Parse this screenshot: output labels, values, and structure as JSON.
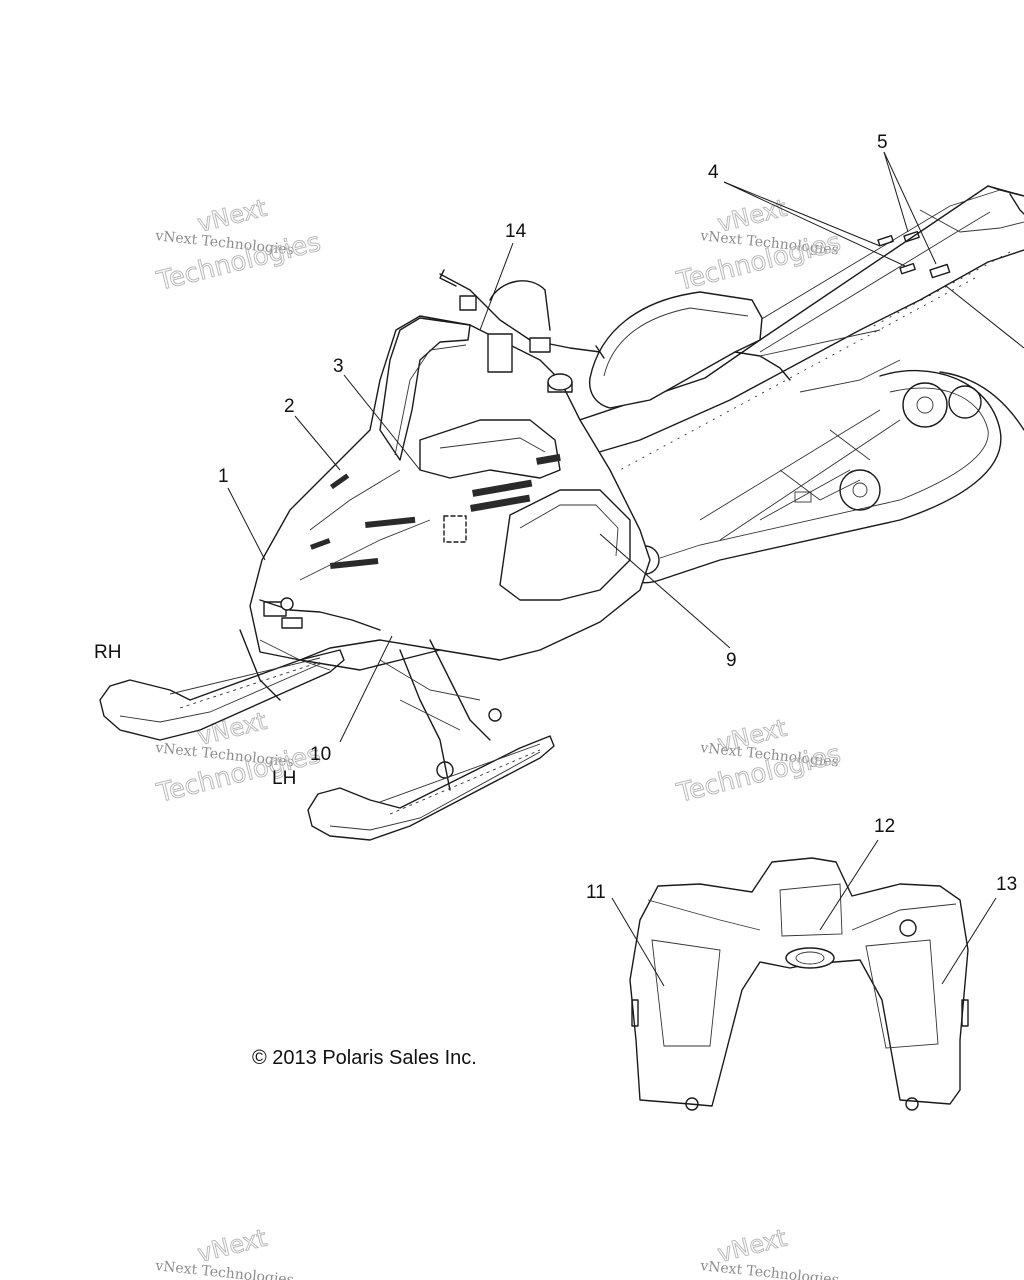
{
  "callouts": {
    "c1": "1",
    "c2": "2",
    "c3": "3",
    "c4": "4",
    "c5": "5",
    "c9": "9",
    "c10": "10",
    "c11": "11",
    "c12": "12",
    "c13": "13",
    "c14": "14"
  },
  "side_labels": {
    "rh": "RH",
    "lh": "LH"
  },
  "copyright": "© 2013 Polaris Sales Inc.",
  "watermark": {
    "small": "vNext Technologies",
    "large": "Technologies",
    "top": "vNext"
  },
  "colors": {
    "line": "#1a1a1a",
    "watermark": "#bbbbbb"
  }
}
